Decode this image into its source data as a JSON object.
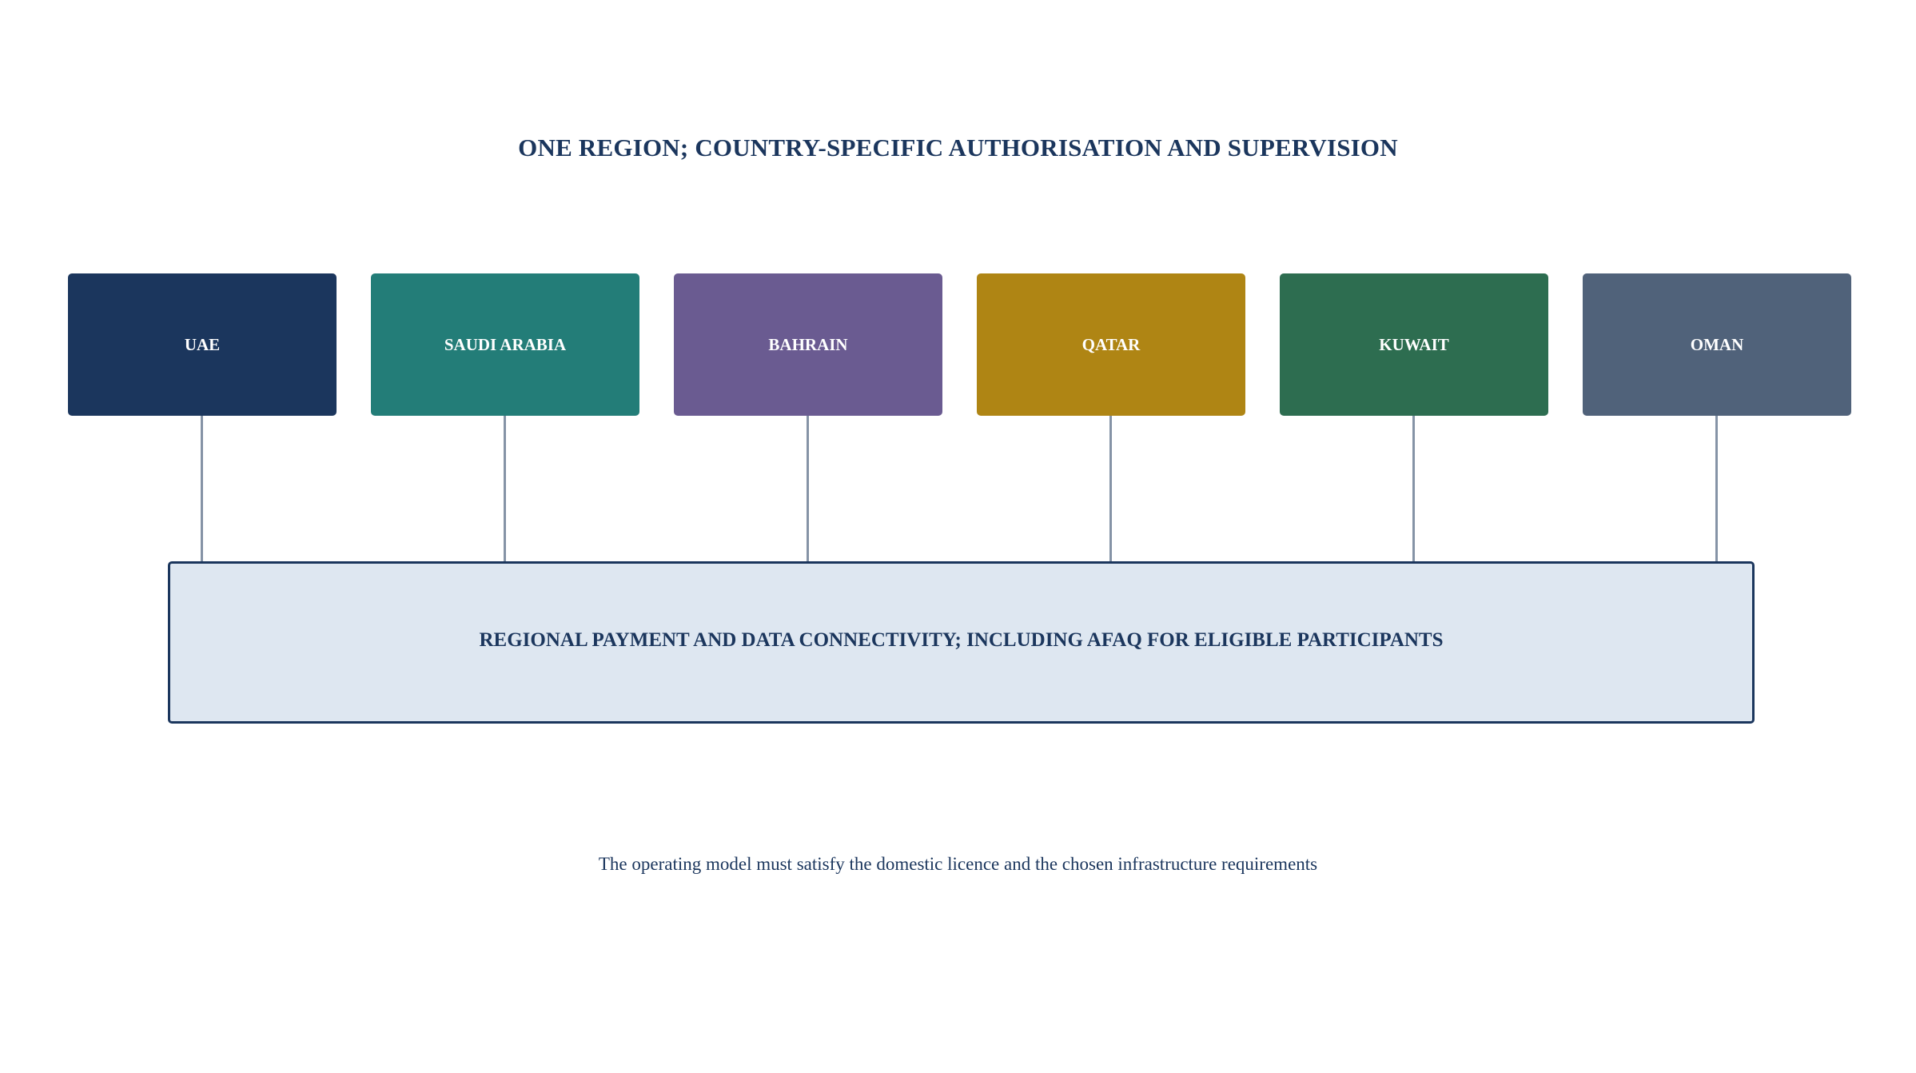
{
  "title": "ONE REGION; COUNTRY-SPECIFIC AUTHORISATION AND SUPERVISION",
  "countries": [
    {
      "label": "UAE",
      "color": "#1b365d"
    },
    {
      "label": "SAUDI ARABIA",
      "color": "#237d78"
    },
    {
      "label": "BAHRAIN",
      "color": "#6a5b91"
    },
    {
      "label": "QATAR",
      "color": "#af8514"
    },
    {
      "label": "KUWAIT",
      "color": "#2d6d50"
    },
    {
      "label": "OMAN",
      "color": "#50627a"
    }
  ],
  "platform": {
    "label": "REGIONAL PAYMENT AND DATA CONNECTIVITY; INCLUDING AFAQ FOR ELIGIBLE PARTICIPANTS",
    "fill": "#dee7f1",
    "border": "#1b365d"
  },
  "connector_color": "#8593a6",
  "footnote": "The operating model must satisfy the domestic licence and the chosen infrastructure requirements"
}
